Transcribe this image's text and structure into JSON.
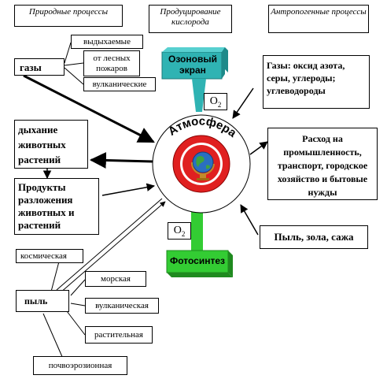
{
  "headers": {
    "natural": "Природные процессы",
    "oxygen_production": "Продуцирование кислорода",
    "anthropogenic": "Антропогенные процессы"
  },
  "gases": {
    "label": "газы",
    "sources": [
      "выдыхаемые",
      "от лесных пожаров",
      "вулканические"
    ]
  },
  "respiration": "дыхание животных растений",
  "decomposition": "Продукты разложения животных и растений",
  "dust": {
    "label": "пыль",
    "types": [
      "космическая",
      "морская",
      "вулканическая",
      "растительная",
      "почвоэрозионная"
    ]
  },
  "ozone": "Озоновый экран",
  "o2_top": "O",
  "o2_bottom": "O",
  "o2_subscript": "2",
  "atmosphere": "Атмосфера",
  "photosynthesis": "Фотосинтез",
  "anthropogenic_gases": "Газы: оксид азота, серы, углероды; углеводороды",
  "consumption": "Расход на промышленность, транспорт, городское хозяйство и бытовые нужды",
  "dust_ash_soot": "Пыль, зола, сажа",
  "colors": {
    "ozone_teal": "#2fb3b3",
    "photosynthesis_green": "#33cc33",
    "ring_red": "#e02020",
    "globe_blue": "#2a6fc0"
  }
}
